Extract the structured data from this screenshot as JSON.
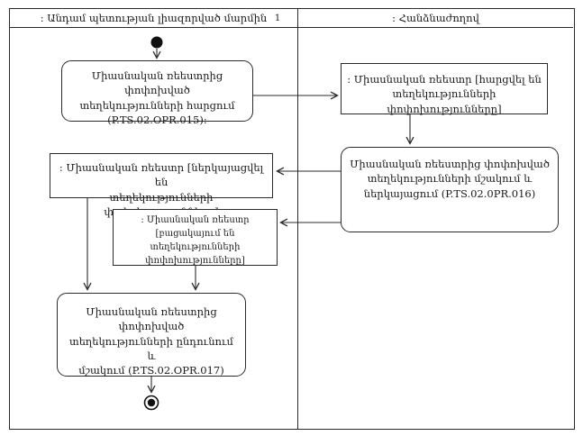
{
  "diagram": {
    "lanes": {
      "member_state": {
        "label": ": Անդամ պետության լիազորված մարմին",
        "marker": "1"
      },
      "commission": {
        "label": ": Հանձնաժողով"
      }
    },
    "nodes": {
      "request_changed_info": "Միասնական ռեեստրից փոփոխված\nտեղեկությունների հարցում\n(P.TS.02.OPR.015):",
      "registry_requested_state": ": Միասնական ռեեստր [հարցվել են\nտեղեկությունների փոփոխությունները]",
      "process_and_present": "Միասնական ռեեստրից փոփոխված\nտեղեկությունների մշակում և\nներկայացում (P.TS.02.0PR.016)",
      "registry_presented_state": ": Միասնական ռեեստր [ներկայացվել են\nտեղեկությունների փոփոխությունները]",
      "registry_absent_state": ": Միասնական ռեեստր [բացակայում են\nտեղեկությունների փոփոխությունները]",
      "receive_and_process": "Միասնական ռեեստրից փոփոխված\nտեղեկությունների ընդունում և\nմշակում (P.TS.02.OPR.017)"
    },
    "colors": {
      "line": "#2b2b2b",
      "background": "#ffffff",
      "text": "#1a1a1a"
    }
  }
}
